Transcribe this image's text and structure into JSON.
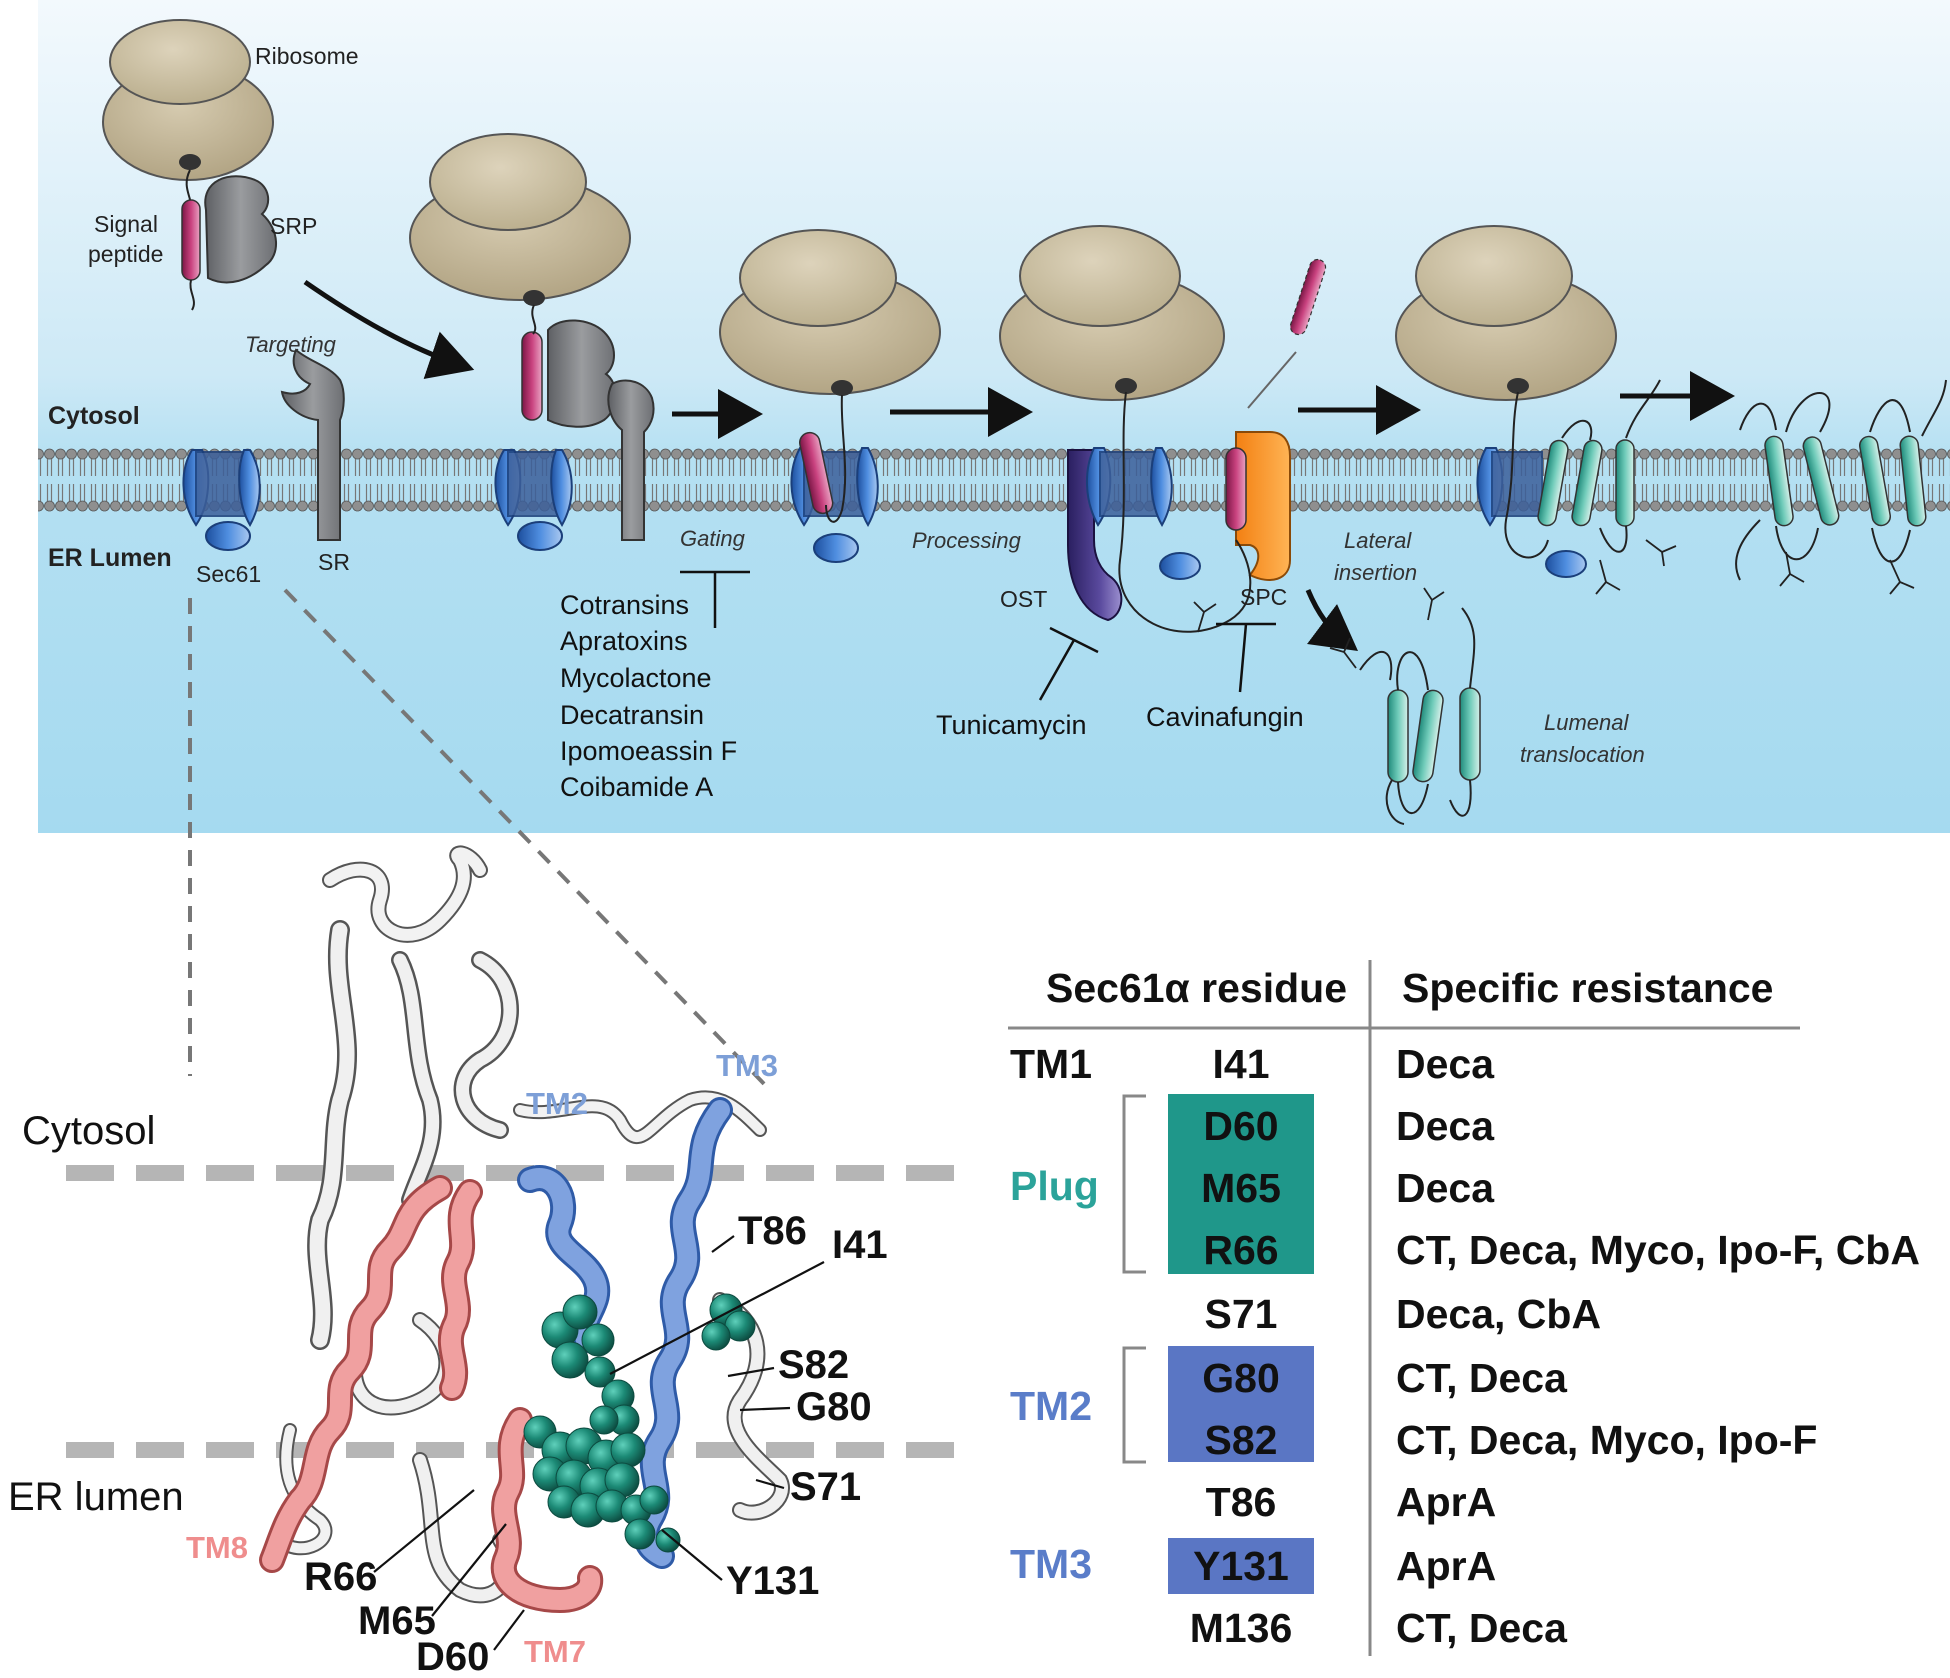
{
  "panel_top": {
    "labels": {
      "ribosome": "Ribosome",
      "signal_peptide_1": "Signal",
      "signal_peptide_2": "peptide",
      "srp": "SRP",
      "targeting": "Targeting",
      "cytosol": "Cytosol",
      "er_lumen": "ER Lumen",
      "sec61": "Sec61",
      "sr": "SR",
      "gating": "Gating",
      "processing": "Processing",
      "ost": "OST",
      "spc": "SPC",
      "lateral_insertion_1": "Lateral",
      "lateral_insertion_2": "insertion",
      "lumenal_translocation_1": "Lumenal",
      "lumenal_translocation_2": "translocation"
    },
    "gating_inhibitors": [
      "Cotransins",
      "Apratoxins",
      "Mycolactone",
      "Decatransin",
      "Ipomoeassin F",
      "Coibamide A"
    ],
    "ost_inhibitor": "Tunicamycin",
    "spc_inhibitor": "Cavinafungin",
    "colors": {
      "cytosol_top": "#eef7fc",
      "lumen": "#a8dcf0",
      "ribosome": "#c9bd9f",
      "sec61_blue": "#2f6fc4",
      "srp_gray": "#7d7f83",
      "signal_magenta": "#a3245f",
      "ost_purple": "#3d2f7a",
      "spc_orange": "#f7921e",
      "tm_teal": "#3aa797"
    }
  },
  "panel_bottom": {
    "region_labels": {
      "cytosol": "Cytosol",
      "er_lumen": "ER lumen"
    },
    "helix_labels": {
      "tm2": "TM2",
      "tm3": "TM3",
      "tm7": "TM7",
      "tm8": "TM8"
    },
    "residue_labels": [
      "T86",
      "I41",
      "S82",
      "G80",
      "S71",
      "Y131",
      "R66",
      "M65",
      "D60"
    ],
    "colors": {
      "tm2_tm3": "#5b80c9",
      "tm7_tm8": "#e87c7c",
      "residue_spheres": "#1c8a76"
    }
  },
  "table": {
    "headers": [
      "Sec61α residue",
      "Specific resistance"
    ],
    "rows": [
      {
        "group": "TM1",
        "residue": "I41",
        "resistance": "Deca",
        "highlight": ""
      },
      {
        "group": "",
        "residue": "D60",
        "resistance": "Deca",
        "highlight": "teal"
      },
      {
        "group": "Plug",
        "residue": "M65",
        "resistance": "Deca",
        "highlight": "teal"
      },
      {
        "group": "",
        "residue": "R66",
        "resistance": "CT, Deca, Myco, Ipo-F, CbA",
        "highlight": "teal"
      },
      {
        "group": "",
        "residue": "S71",
        "resistance": "Deca, CbA",
        "highlight": ""
      },
      {
        "group": "",
        "residue": "G80",
        "resistance": "CT, Deca",
        "highlight": "blue"
      },
      {
        "group": "TM2",
        "residue": "S82",
        "resistance": "CT, Deca, Myco, Ipo-F",
        "highlight": "blue"
      },
      {
        "group": "",
        "residue": "T86",
        "resistance": "AprA",
        "highlight": ""
      },
      {
        "group": "TM3",
        "residue": "Y131",
        "resistance": "AprA",
        "highlight": "blue"
      },
      {
        "group": "",
        "residue": "M136",
        "resistance": "CT, Deca",
        "highlight": ""
      }
    ],
    "colors": {
      "teal": "#1f978a",
      "blue": "#5a76c4",
      "plug_text": "#2ba39a",
      "tm_text": "#5a7dc9"
    }
  }
}
